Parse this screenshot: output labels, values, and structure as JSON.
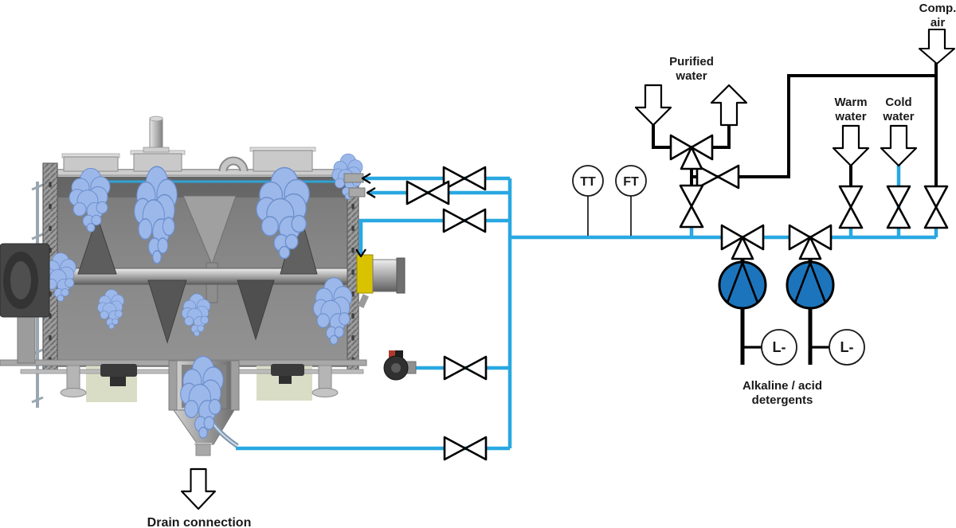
{
  "colors": {
    "pipe-blue": "#29A8E1",
    "pump-fill": "#1C75BC",
    "spray": "#9CB8EA",
    "spray-edge": "#6D8FCC",
    "label-text": "#1A1A1A"
  },
  "icons": {
    "inline_valve": "gate-valve-icon",
    "three_way_valve": "three-way-valve-icon",
    "pump": "centrifugal-pump-icon",
    "flow_arrow": "flow-arrow-icon",
    "instrument_bubble": "instrument-bubble-icon"
  },
  "labels": {
    "purified_water_1": "Purified",
    "purified_water_2": "water",
    "comp_air_1": "Comp.",
    "comp_air_2": "air",
    "warm_water_1": "Warm",
    "warm_water_2": "water",
    "cold_water_1": "Cold",
    "cold_water_2": "water",
    "detergents_1": "Alkaline / acid",
    "detergents_2": "detergents",
    "drain": "Drain connection"
  },
  "instruments": {
    "temperature_transmitter": "TT",
    "flow_transmitter": "FT",
    "level_switch_left": "L-",
    "level_switch_right": "L-"
  }
}
